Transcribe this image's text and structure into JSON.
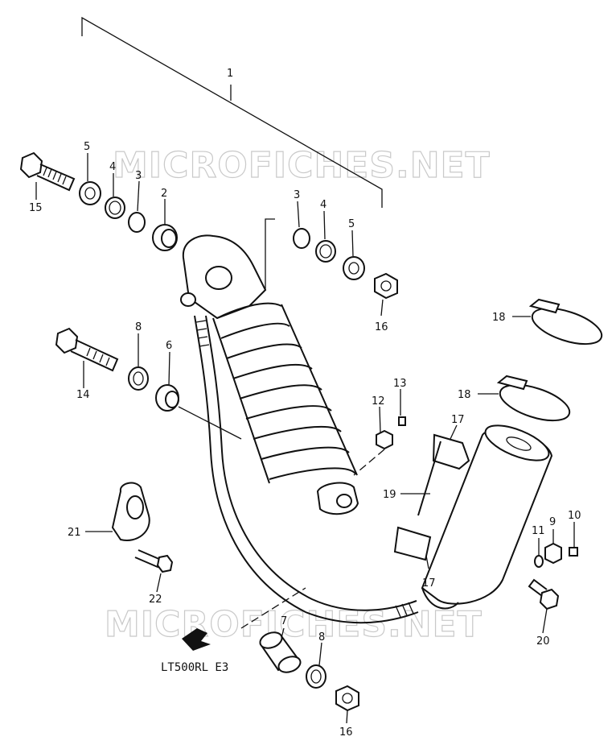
{
  "watermark": {
    "text_top": "MICROFICHES.NET",
    "text_bottom": "MICROFICHES.NET"
  },
  "model_label": "LT500RL E3",
  "callouts": {
    "c1": "1",
    "c2": "2",
    "c3a": "3",
    "c3b": "3",
    "c4a": "4",
    "c4b": "4",
    "c5a": "5",
    "c5b": "5",
    "c6": "6",
    "c7": "7",
    "c8a": "8",
    "c8b": "8",
    "c9": "9",
    "c10": "10",
    "c11": "11",
    "c12": "12",
    "c13": "13",
    "c14": "14",
    "c15": "15",
    "c16a": "16",
    "c16b": "16",
    "c17a": "17",
    "c17b": "17",
    "c18a": "18",
    "c18b": "18",
    "c19": "19",
    "c20": "20",
    "c21": "21",
    "c22": "22"
  }
}
